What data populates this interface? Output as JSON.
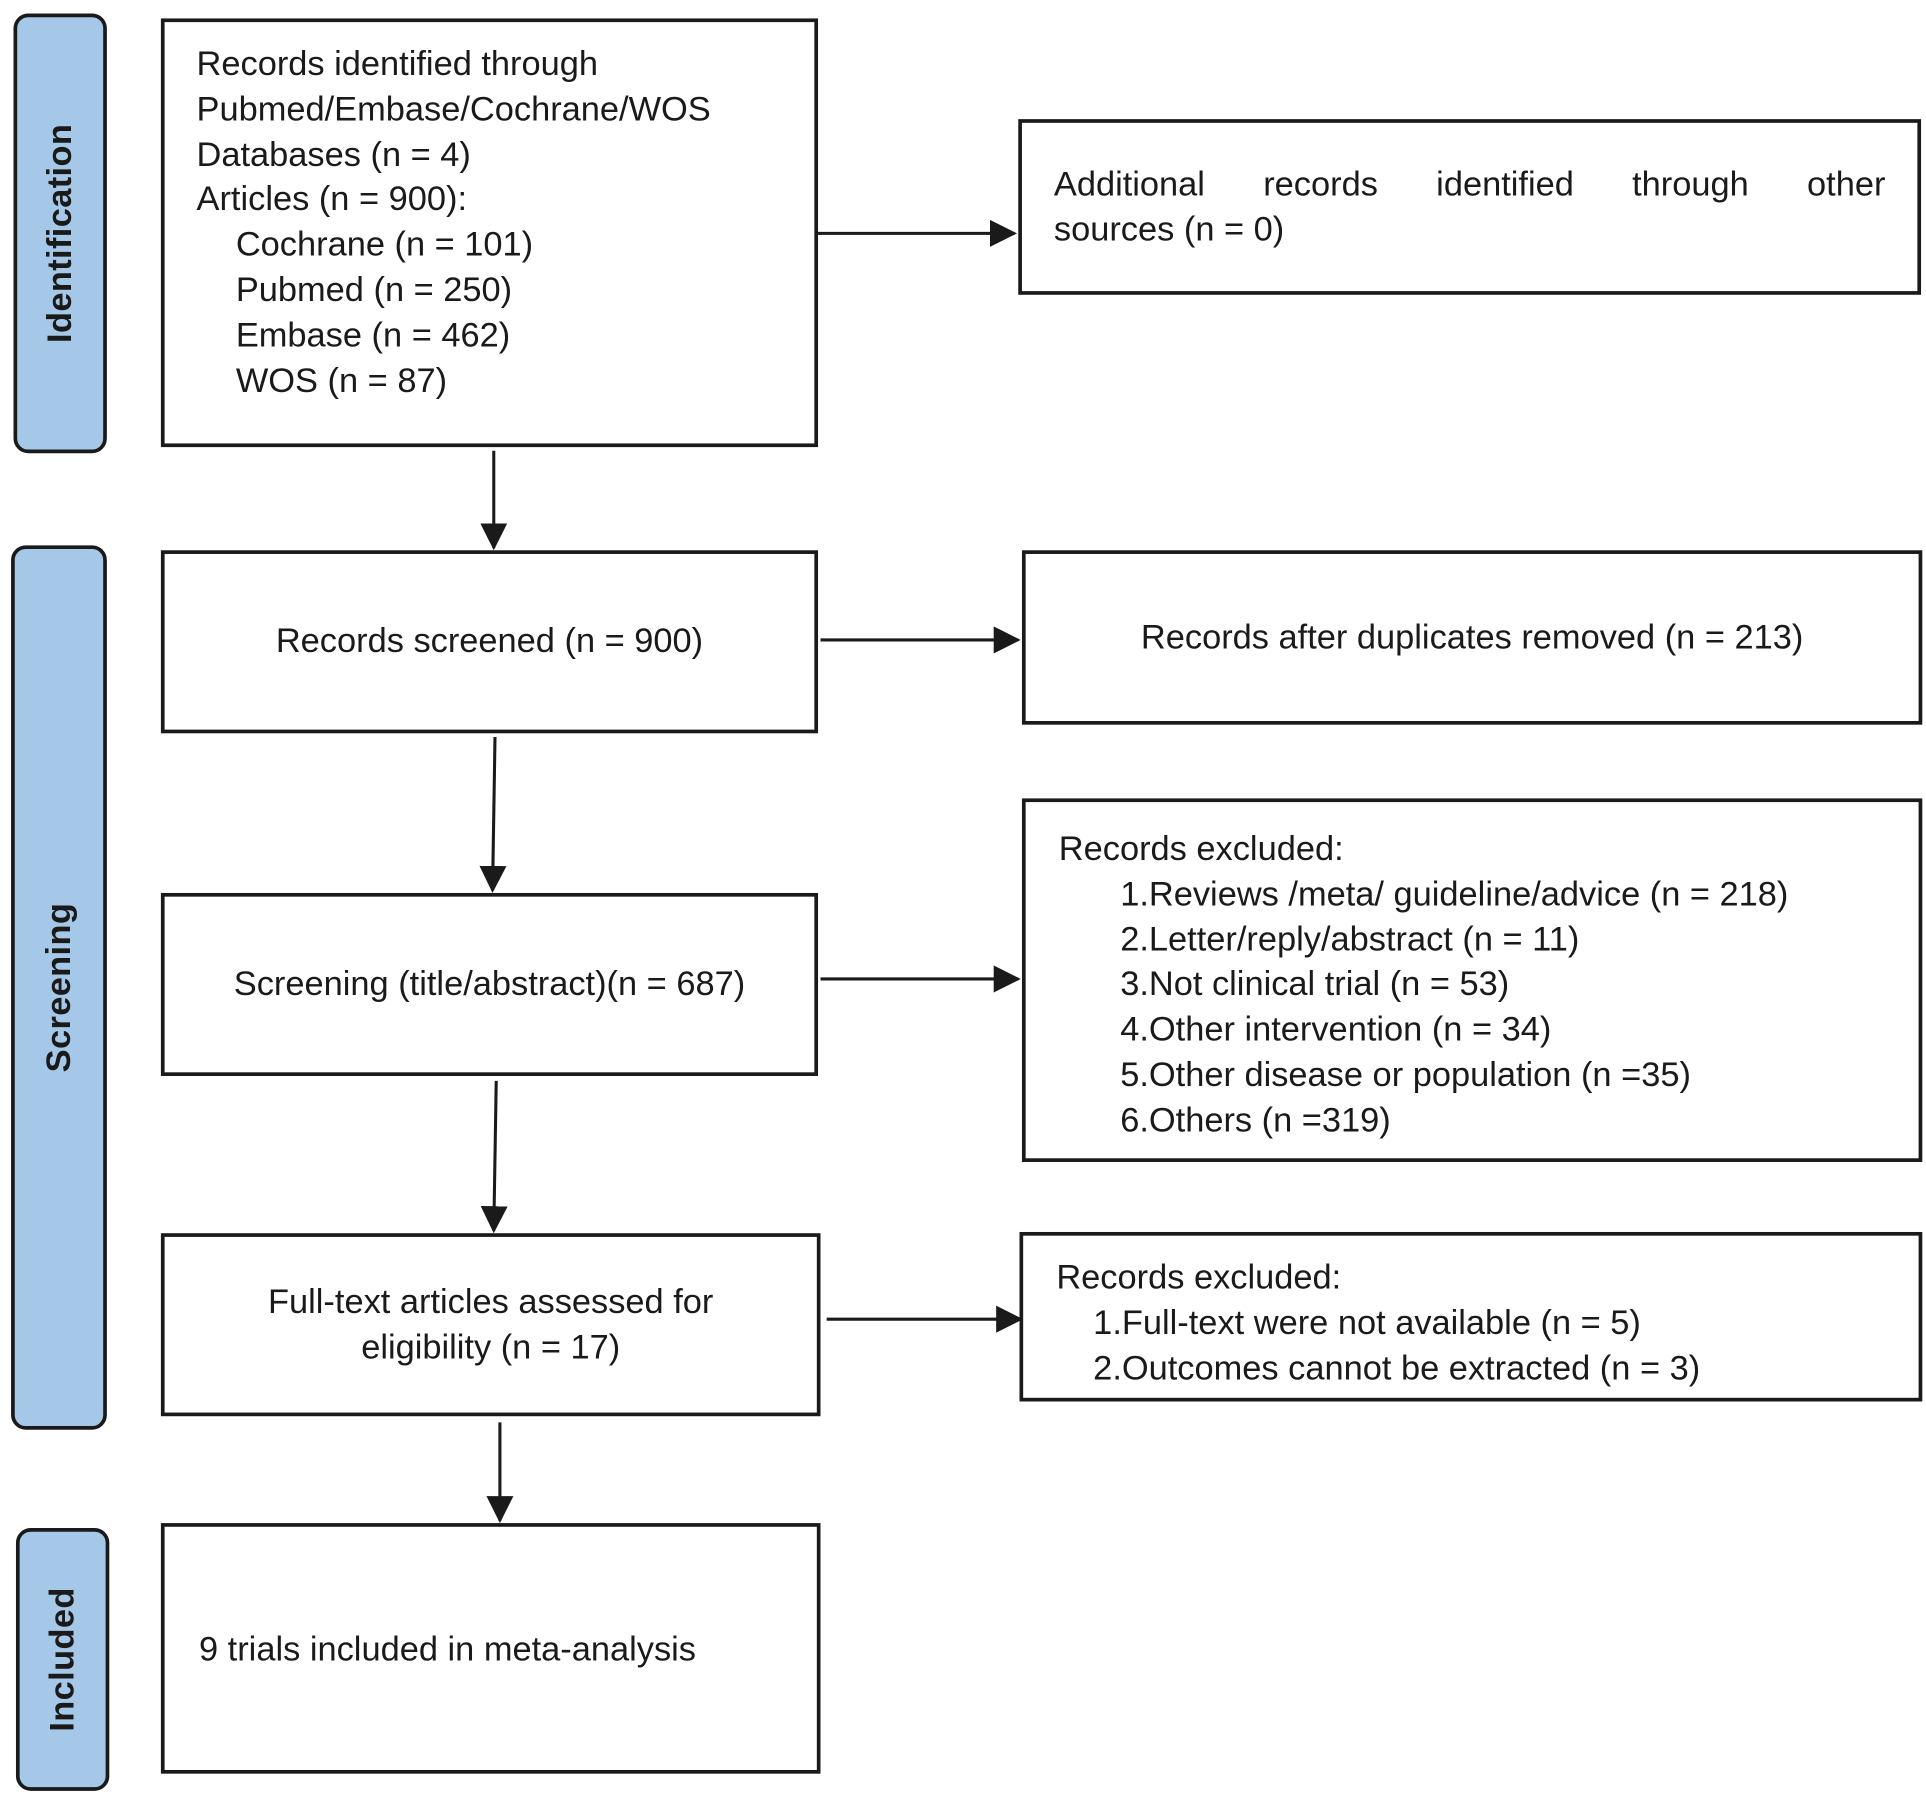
{
  "phases": {
    "identification": "Identification",
    "screening": "Screening",
    "included": "Included"
  },
  "identified_box": {
    "line1": "Records identified through",
    "line2": "Pubmed/Embase/Cochrane/WOS",
    "line3": "Databases (n = 4)",
    "line4": "Articles (n = 900):",
    "sources": [
      "Cochrane (n = 101)",
      "Pubmed (n = 250)",
      "Embase (n = 462)",
      "WOS (n = 87)"
    ]
  },
  "additional_box": {
    "line1": "Additional records identified through other",
    "line2": "sources (n = 0)"
  },
  "screened_box": {
    "text": "Records screened (n = 900)"
  },
  "duplicates_box": {
    "text": "Records after duplicates removed (n = 213)"
  },
  "title_abstract_box": {
    "text": "Screening (title/abstract)(n = 687)"
  },
  "excluded_box_1": {
    "heading": "Records excluded:",
    "items": [
      "1.Reviews /meta/ guideline/advice (n = 218)",
      "2.Letter/reply/abstract (n = 11)",
      "3.Not clinical trial (n = 53)",
      "4.Other intervention (n = 34)",
      "5.Other disease or population (n =35)",
      "6.Others (n =319)"
    ]
  },
  "fulltext_box": {
    "line1": "Full-text articles assessed for",
    "line2": "eligibility (n = 17)"
  },
  "excluded_box_2": {
    "heading": "Records excluded:",
    "items": [
      "1.Full-text were not available (n = 5)",
      "2.Outcomes cannot be extracted (n = 3)"
    ]
  },
  "included_box": {
    "text": "9 trials included in meta-analysis"
  },
  "colors": {
    "phase_fill": "#a6c8e8",
    "stroke": "#1a1a1a",
    "background": "#ffffff"
  }
}
